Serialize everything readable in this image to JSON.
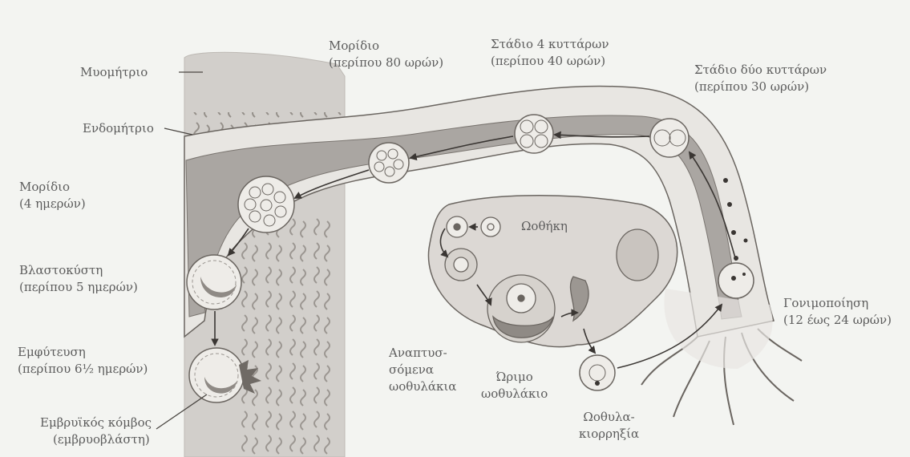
{
  "labels": {
    "myometrium": "Μυομήτριο",
    "endometrium": "Ενδομήτριο",
    "morula_80": {
      "line1": "Μορίδιο",
      "line2": "(περίπου 80 ωρών)"
    },
    "stage4": {
      "line1": "Στάδιο 4 κυττάρων",
      "line2": "(περίπου 40 ωρών)"
    },
    "stage2": {
      "line1": "Στάδιο δύο κυττάρων",
      "line2": "(περίπου 30 ωρών)"
    },
    "morula_4d": {
      "line1": "Μορίδιο",
      "line2": "(4 ημερών)"
    },
    "ovary": "Ωοθήκη",
    "blastocyst": {
      "line1": "Βλαστοκύστη",
      "line2": "(περίπου 5 ημερών)"
    },
    "fertilization": {
      "line1": "Γονιμοποίηση",
      "line2": "(12 έως 24 ωρών)"
    },
    "implantation": {
      "line1": "Εμφύτευση",
      "line2": "(περίπου 6½ ημερών)"
    },
    "developing_follicles": {
      "line1": "Αναπτυσ-",
      "line2": "σόμενα",
      "line3": "ωοθυλάκια"
    },
    "mature_follicle": {
      "line1": "Ώριμο",
      "line2": "ωοθυλάκιο"
    },
    "inner_cell_mass": {
      "line1": "Εμβρυϊκός κόμβος",
      "line2": "(εμβρυοβλάστη)"
    },
    "ovulation": {
      "line1": "Ωοθυλα-",
      "line2": "κιορρηξία"
    }
  },
  "colors": {
    "background": "#f3f4f1",
    "uterus_wall": "#d2cfcb",
    "tube_lumen": "#aaa6a2",
    "tube_wall": "#e8e6e2",
    "ovary": "#dcd8d4",
    "outline": "#6a6560",
    "arrow": "#3a3633"
  }
}
